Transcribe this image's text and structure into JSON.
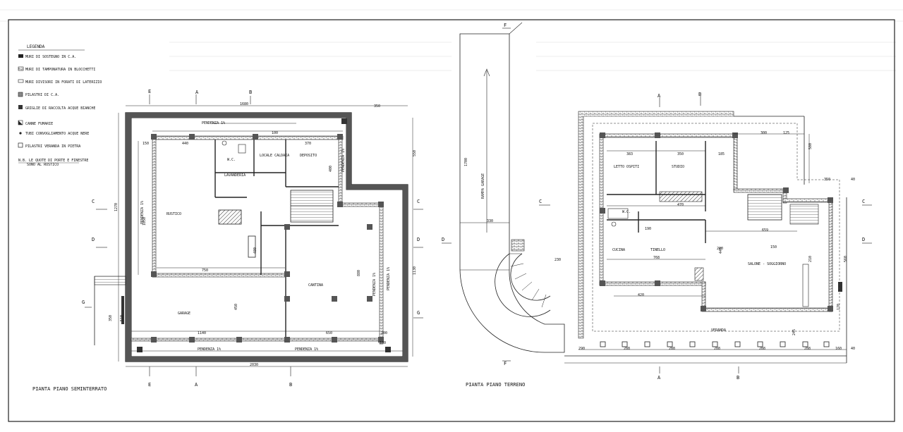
{
  "legend": {
    "title": "LEGENDA",
    "items": [
      {
        "label": "MURI DI SOSTEGNO IN C.A.",
        "icon": "thick-wall-symbol"
      },
      {
        "label": "MURI DI TAMPONATURA IN BLOCCHETTI",
        "icon": "block-wall-symbol"
      },
      {
        "label": "MURI DIVISORI IN FORATI DI LATERIZIO",
        "icon": "partition-wall-symbol"
      },
      {
        "label": "PILASTRI DI C.A.",
        "icon": "pillar-symbol"
      },
      {
        "label": "GRIGLIE DI RACCOLTA ACQUE BIANCHE",
        "icon": "drain-grate-symbol"
      },
      {
        "label": "CANNE FUMARIE",
        "icon": "flue-symbol"
      },
      {
        "label": "TUBI CONVOGLIAMENTO ACQUE NERE",
        "icon": "sewage-pipe-symbol"
      },
      {
        "label": "PILASTRI VERANDA IN PIETRA",
        "icon": "stone-pillar-symbol"
      }
    ],
    "note_line1": "N.B. LE QUOTE DI PORTE E FINESTRE",
    "note_line2": "SONO AL RUSTICO"
  },
  "left_plan": {
    "title": "PIANTA PIANO SEMINTERRATO",
    "rooms": {
      "rustico": "RUSTICO",
      "locale_caldaia": "LOCALE CALDAIA",
      "deposito": "DEPOSITO",
      "lavanderia": "LAVANDERIA",
      "cantina": "CANTINA",
      "garage": "GARAGE",
      "wc": "W.C."
    },
    "dims": {
      "top_total": "1680",
      "top_right": "350",
      "top_440": "440",
      "top_370": "370",
      "d150": "150",
      "d100": "100",
      "d750": "750",
      "d480": "480",
      "d450": "450",
      "d1140": "1140",
      "d650": "650",
      "bottom_total": "2030",
      "d1270": "1270",
      "d1050": "1050",
      "d880": "880",
      "d1130": "1130",
      "d550": "550",
      "d400": "400",
      "d510": "510",
      "d350": "350",
      "d180": "180",
      "d200": "200"
    },
    "slopes": {
      "s1": "PENDENZA 1%",
      "s2": "PENDENZA 1%",
      "s3": "PENDENZA 1%",
      "s4": "PENDENZA 1%",
      "s5": "PENDENZA 1%",
      "s6": "PENDENZA 1%",
      "s7": "PENDENZA 1%"
    },
    "sections": {
      "A": "A",
      "B": "B",
      "C": "C",
      "D": "D",
      "E": "E",
      "G": "G"
    }
  },
  "right_plan": {
    "title": "PIANTA PIANO TERRENO",
    "rooms": {
      "letto_ospiti": "LETTO OSPITI",
      "studio": "STUDIO",
      "wc": "W.C.",
      "cucina": "CUCINA",
      "tinello": "TINELLO",
      "salone": "SALONE - SOGGIORNO",
      "veranda": "VERANDA",
      "rampa": "RAMPA GARAGE"
    },
    "dims": {
      "d383": "383",
      "d350": "350",
      "d185": "185",
      "d300": "300",
      "d125": "125",
      "d470": "470",
      "d768": "768",
      "d420": "420",
      "d445": "445",
      "d659": "659",
      "d330": "330",
      "d1700": "1700",
      "d230": "230",
      "d290": "290",
      "d288": "288",
      "d150": "150",
      "d200": "200",
      "d190": "190",
      "d160": "160",
      "d40": "40",
      "d580": "580",
      "d560": "560",
      "d245": "245",
      "d210": "210",
      "d170": "170"
    },
    "sections": {
      "A": "A",
      "B": "B",
      "C": "C",
      "D": "D",
      "F": "F"
    }
  }
}
